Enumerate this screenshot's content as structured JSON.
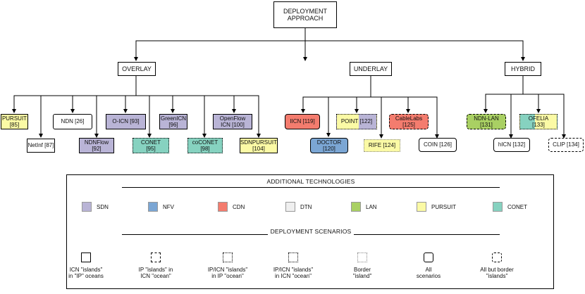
{
  "root": {
    "label": "DEPLOYMENT\nAPPROACH"
  },
  "categories": {
    "overlay": "OVERLAY",
    "underlay": "UNDERLAY",
    "hybrid": "HYBRID"
  },
  "overlay_nodes": {
    "pursuit": "PURSUIT\n[85]",
    "netinf": "NetInf [87]",
    "ndn": "NDN [26]",
    "ndnflow": "NDNFlow\n[92]",
    "oicn": "O-ICN [93]",
    "conet": "CONET\n[95]",
    "greenicn": "GreenICN\n[96]",
    "coconet": "coCONET\n[98]",
    "openflowicn": "OpenFlow\nICN [100]",
    "sdnpursuit": "SDNPURSUIT\n[104]"
  },
  "underlay_nodes": {
    "iicn": "IICN [119]",
    "doctor": "DOCTOR\n[120]",
    "point": "POINT [122]",
    "rife": "RIFE [124]",
    "cablelabs": "CableLabs\n[125]",
    "coin": "COIN [126]"
  },
  "hybrid_nodes": {
    "ndnlan": "NDN-LAN\n[131]",
    "hicn": "hICN [132]",
    "ofelia": "OFELIA\n[133]",
    "clip": "CLIP [134]"
  },
  "legend": {
    "technologies_title": "ADDITIONAL TECHNOLOGIES",
    "technologies": [
      {
        "label": "SDN",
        "color": "#b9b4d6"
      },
      {
        "label": "NFV",
        "color": "#7ba6d4"
      },
      {
        "label": "CDN",
        "color": "#f47c6e"
      },
      {
        "label": "DTN",
        "color": "#efefef"
      },
      {
        "label": "LAN",
        "color": "#a9d063"
      },
      {
        "label": "PURSUIT",
        "color": "#fbfaa5"
      },
      {
        "label": "CONET",
        "color": "#86d2c0"
      }
    ],
    "scenarios_title": "DEPLOYMENT SCENARIOS",
    "scenarios": [
      {
        "label": "ICN \"islands\"\nin \"IP\" oceans",
        "style": "solid-thick"
      },
      {
        "label": "IP \"islands\" in\nICN \"ocean\"",
        "style": "dash"
      },
      {
        "label": "IP/ICN \"islands\"\nin IP \"ocean\"",
        "style": "dot"
      },
      {
        "label": "IP/ICN \"islands\"\nin ICN \"ocean\"",
        "style": "dot"
      },
      {
        "label": "Border\n\"island\"",
        "style": "dot-light"
      },
      {
        "label": "All\nscenarios",
        "style": "solid-thick"
      },
      {
        "label": "All but border\n\"islands\"",
        "style": "dash"
      }
    ]
  }
}
